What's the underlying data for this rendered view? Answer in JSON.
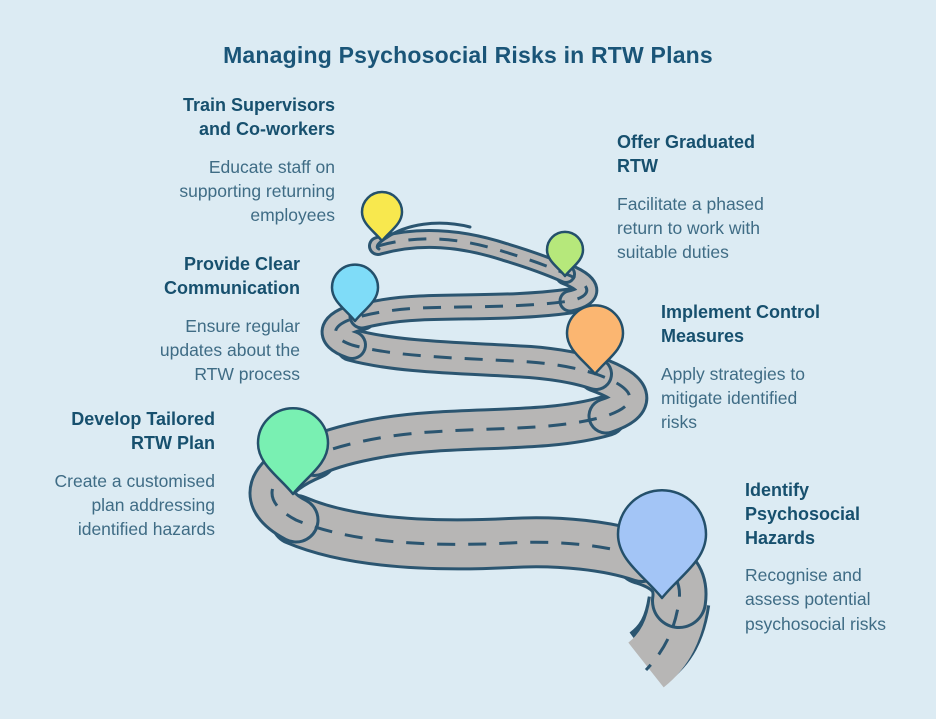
{
  "title": "Managing Psychosocial Risks in RTW Plans",
  "colors": {
    "background": "#dcebf3",
    "title_text": "#1a5578",
    "heading_text": "#17506e",
    "body_text": "#3f6c85",
    "road_fill": "#b7b6b5",
    "road_outline": "#2b5570"
  },
  "steps": [
    {
      "id": "train-supervisors",
      "title": "Train Supervisors\nand Co-workers",
      "description": "Educate staff on\nsupporting returning\nemployees",
      "pin_color": "#f8e84e"
    },
    {
      "id": "offer-graduated-rtw",
      "title": "Offer Graduated\nRTW",
      "description": "Facilitate a phased\nreturn to work with\nsuitable duties",
      "pin_color": "#b6e87b"
    },
    {
      "id": "provide-clear-communication",
      "title": "Provide Clear\nCommunication",
      "description": "Ensure regular\nupdates about the\nRTW process",
      "pin_color": "#7fdcf8"
    },
    {
      "id": "implement-control-measures",
      "title": "Implement Control\nMeasures",
      "description": "Apply strategies to\nmitigate identified\nrisks",
      "pin_color": "#fbb671"
    },
    {
      "id": "develop-tailored-rtw-plan",
      "title": "Develop Tailored\nRTW Plan",
      "description": "Create a customised\nplan addressing\nidentified hazards",
      "pin_color": "#79f0b2"
    },
    {
      "id": "identify-psychosocial-hazards",
      "title": "Identify\nPsychosocial\nHazards",
      "description": "Recognise and\nassess potential\npsychosocial risks",
      "pin_color": "#a3c5f6"
    }
  ]
}
